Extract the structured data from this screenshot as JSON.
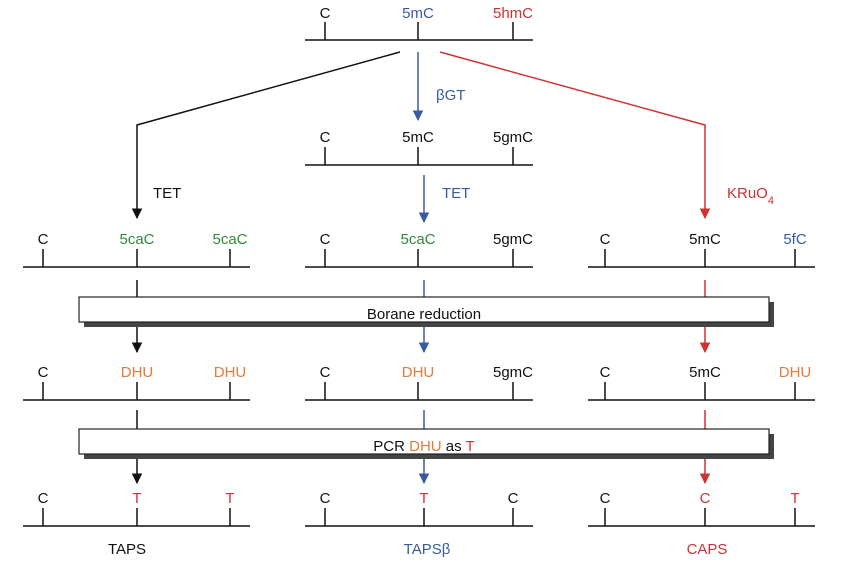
{
  "colors": {
    "black": "#111111",
    "blue": "#3a5aa0",
    "red": "#cc3333",
    "green": "#2e8b3a",
    "orange": "#e07b3c"
  },
  "top": {
    "bases": [
      {
        "text": "C",
        "color": "black"
      },
      {
        "text": "5mC",
        "color": "blue"
      },
      {
        "text": "5hmC",
        "color": "red"
      }
    ]
  },
  "mid": {
    "bases": [
      {
        "text": "C",
        "color": "black"
      },
      {
        "text": "5mC",
        "color": "black"
      },
      {
        "text": "5gmC",
        "color": "black"
      }
    ]
  },
  "steps": {
    "bgt": "βGT",
    "tet_left": "TET",
    "tet_mid": "TET",
    "kruo4": "KRuO",
    "kruo4_sub": "4"
  },
  "oxidized": [
    [
      {
        "text": "C",
        "color": "black"
      },
      {
        "text": "5caC",
        "color": "green"
      },
      {
        "text": "5caC",
        "color": "green"
      }
    ],
    [
      {
        "text": "C",
        "color": "black"
      },
      {
        "text": "5caC",
        "color": "green"
      },
      {
        "text": "5gmC",
        "color": "black"
      }
    ],
    [
      {
        "text": "C",
        "color": "black"
      },
      {
        "text": "5mC",
        "color": "black"
      },
      {
        "text": "5fC",
        "color": "blue"
      }
    ]
  ],
  "box1": {
    "label": "Borane reduction"
  },
  "reduced": [
    [
      {
        "text": "C",
        "color": "black"
      },
      {
        "text": "DHU",
        "color": "orange"
      },
      {
        "text": "DHU",
        "color": "orange"
      }
    ],
    [
      {
        "text": "C",
        "color": "black"
      },
      {
        "text": "DHU",
        "color": "orange"
      },
      {
        "text": "5gmC",
        "color": "black"
      }
    ],
    [
      {
        "text": "C",
        "color": "black"
      },
      {
        "text": "5mC",
        "color": "black"
      },
      {
        "text": "DHU",
        "color": "orange"
      }
    ]
  ],
  "box2": {
    "parts": [
      {
        "text": "PCR ",
        "color": "black"
      },
      {
        "text": "DHU",
        "color": "orange"
      },
      {
        "text": " as ",
        "color": "black"
      },
      {
        "text": "T",
        "color": "red"
      }
    ]
  },
  "final": [
    [
      {
        "text": "C",
        "color": "black"
      },
      {
        "text": "T",
        "color": "red"
      },
      {
        "text": "T",
        "color": "red"
      }
    ],
    [
      {
        "text": "C",
        "color": "black"
      },
      {
        "text": "T",
        "color": "red"
      },
      {
        "text": "C",
        "color": "black"
      }
    ],
    [
      {
        "text": "C",
        "color": "black"
      },
      {
        "text": "C",
        "color": "red"
      },
      {
        "text": "T",
        "color": "red"
      }
    ]
  ],
  "methods": [
    {
      "text": "TAPS",
      "color": "black"
    },
    {
      "text": "TAPSβ",
      "color": "blue"
    },
    {
      "text": "CAPS",
      "color": "red"
    }
  ]
}
